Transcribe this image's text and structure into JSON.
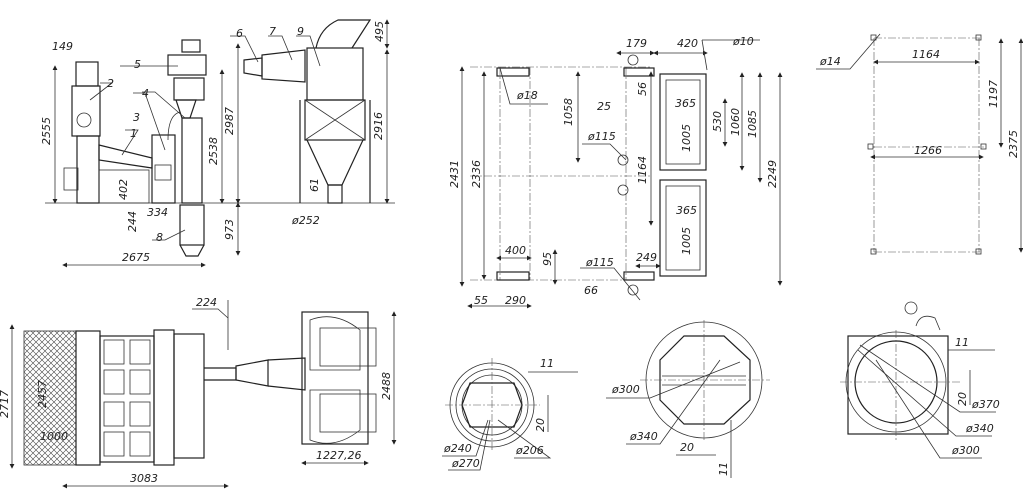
{
  "drawing": {
    "type": "engineering-assembly-drawing",
    "views": {
      "side_view": {
        "callouts": [
          "1",
          "2",
          "3",
          "4",
          "5",
          "6",
          "7",
          "8",
          "9"
        ],
        "dims": {
          "d149": "149",
          "d2555": "2555",
          "d402": "402",
          "d244": "244",
          "d334": "334",
          "d2675": "2675",
          "d2538": "2538",
          "d2987": "2987",
          "d973": "973",
          "d495": "495",
          "d2916": "2916",
          "d61": "61",
          "d252": "ø252"
        }
      },
      "top_view": {
        "dims": {
          "d224": "224",
          "d2717": "2717",
          "d2457": "2457",
          "d1000": "1000",
          "d3083": "3083",
          "d2488": "2488",
          "d1227": "1227,26"
        }
      },
      "frame_view": {
        "dims": {
          "d18": "ø18",
          "d179": "179",
          "d420": "420",
          "d10": "ø10",
          "d1058": "1058",
          "d25": "25",
          "d56": "56",
          "d115a": "ø115",
          "d365a": "365",
          "d530": "530",
          "d1060": "1060",
          "d1085": "1085",
          "d1005a": "1005",
          "d1164": "1164",
          "d2249": "2249",
          "d2431": "2431",
          "d2336": "2336",
          "d365b": "365",
          "d1005b": "1005",
          "d400": "400",
          "d95": "95",
          "d115b": "ø115",
          "d249": "249",
          "d66": "66",
          "d55": "55",
          "d290": "290"
        }
      },
      "anchor_plan": {
        "dims": {
          "d14": "ø14",
          "d1164": "1164",
          "d1197": "1197",
          "d1266": "1266",
          "d2375": "2375"
        }
      },
      "flange_small": {
        "dims": {
          "d11": "11",
          "d20": "20",
          "d240": "ø240",
          "d270": "ø270",
          "d206": "ø206"
        }
      },
      "flange_medium": {
        "dims": {
          "d300": "ø300",
          "d340": "ø340",
          "d20": "20",
          "d11": "11"
        }
      },
      "flange_large": {
        "dims": {
          "d11": "11",
          "d20": "20",
          "d370": "ø370",
          "d340": "ø340",
          "d300": "ø300"
        }
      }
    }
  }
}
